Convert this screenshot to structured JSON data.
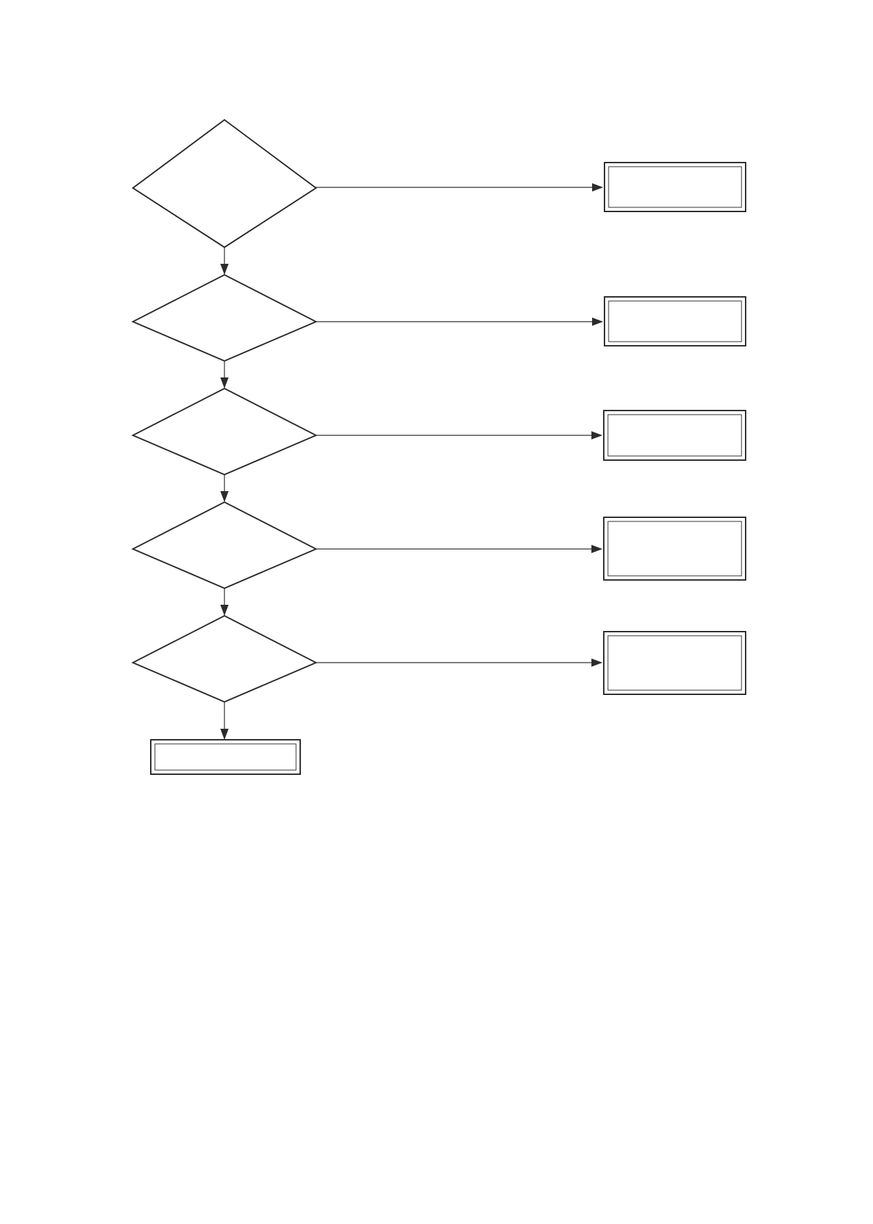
{
  "diagram": {
    "type": "flowchart",
    "nodes": [
      {
        "id": "decision-1",
        "kind": "decision",
        "label": ""
      },
      {
        "id": "decision-2",
        "kind": "decision",
        "label": ""
      },
      {
        "id": "decision-3",
        "kind": "decision",
        "label": ""
      },
      {
        "id": "decision-4",
        "kind": "decision",
        "label": ""
      },
      {
        "id": "decision-5",
        "kind": "decision",
        "label": ""
      },
      {
        "id": "outcome-1",
        "kind": "terminal",
        "label": ""
      },
      {
        "id": "outcome-2",
        "kind": "terminal",
        "label": ""
      },
      {
        "id": "outcome-3",
        "kind": "terminal",
        "label": ""
      },
      {
        "id": "outcome-4",
        "kind": "terminal",
        "label": ""
      },
      {
        "id": "outcome-5",
        "kind": "terminal",
        "label": ""
      },
      {
        "id": "outcome-final",
        "kind": "terminal",
        "label": ""
      }
    ],
    "edges": [
      {
        "from": "decision-1",
        "to": "outcome-1"
      },
      {
        "from": "decision-1",
        "to": "decision-2"
      },
      {
        "from": "decision-2",
        "to": "outcome-2"
      },
      {
        "from": "decision-2",
        "to": "decision-3"
      },
      {
        "from": "decision-3",
        "to": "outcome-3"
      },
      {
        "from": "decision-3",
        "to": "decision-4"
      },
      {
        "from": "decision-4",
        "to": "outcome-4"
      },
      {
        "from": "decision-4",
        "to": "decision-5"
      },
      {
        "from": "decision-5",
        "to": "outcome-5"
      },
      {
        "from": "decision-5",
        "to": "outcome-final"
      }
    ],
    "colors": {
      "stroke": "#2b2b2b",
      "background": "#ffffff"
    }
  }
}
